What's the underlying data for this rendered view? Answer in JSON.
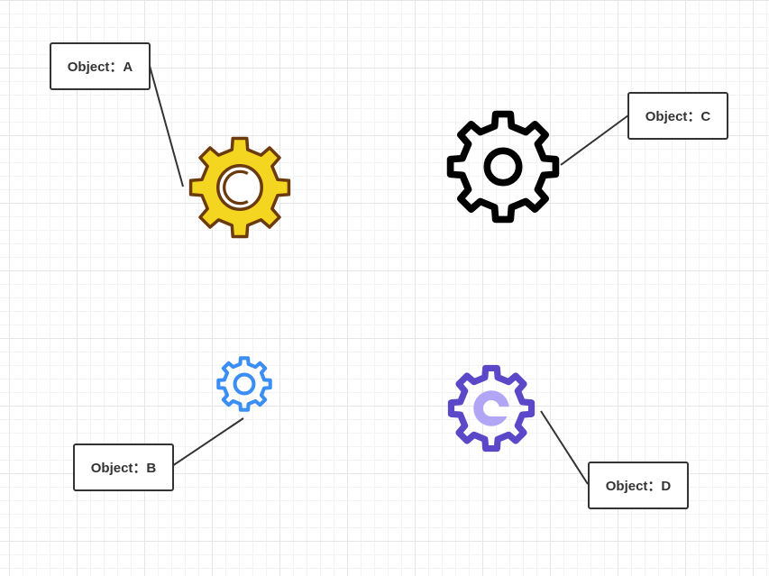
{
  "canvas": {
    "background": "#ffffff",
    "grid_major": "#e6e6e6",
    "grid_minor": "#f3f3f3"
  },
  "connector_color": "#333333",
  "objects": [
    {
      "id": "A",
      "label": "Object：A",
      "icon": "gear-icon",
      "fill": "#f4d520",
      "stroke": "#6b3a0d",
      "inner_stroke": "#6b3a0d"
    },
    {
      "id": "B",
      "label": "Object：B",
      "icon": "gear-icon",
      "fill": "#ffffff",
      "stroke": "#3a8ef6",
      "inner_stroke": "#3a8ef6"
    },
    {
      "id": "C",
      "label": "Object：C",
      "icon": "gear-icon",
      "fill": "#ffffff",
      "stroke": "#000000",
      "inner_stroke": "#000000"
    },
    {
      "id": "D",
      "label": "Object：D",
      "icon": "gear-icon",
      "fill": "#ffffff",
      "stroke": "#5b48c8",
      "inner_stroke": "#b1a6f5"
    }
  ]
}
